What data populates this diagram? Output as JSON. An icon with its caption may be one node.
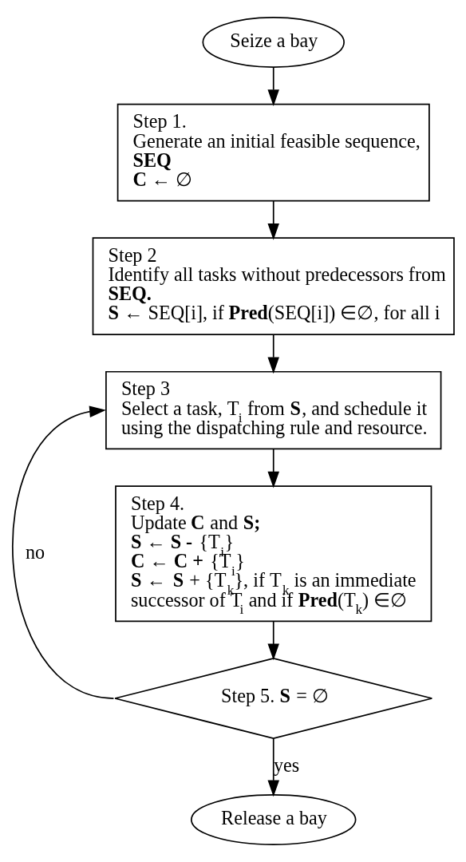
{
  "diagram": {
    "nodes": [
      {
        "text": [
          "Seize a bay"
        ]
      },
      {
        "text": [
          "Step 1.",
          "Generate an initial feasible sequence, **SEQ**",
          "**C** ← ∅"
        ]
      },
      {
        "text": [
          "Step 2",
          "Identify all tasks without predecessors from **SEQ.**",
          "**S** ← SEQ[i], if **Pred**(SEQ[i]) ∈∅, for all i"
        ]
      },
      {
        "text": [
          "Step 3",
          "Select a task, T$_{i}$ from **S**, and schedule it using the dispatching rule and resource."
        ]
      },
      {
        "text": [
          "Step 4.",
          "Update **C** and **S;**",
          "**S ← S -** {T$_{i}$}",
          "**C ← C +** {T$_{i}$}",
          "**S** ← **S** + {T$_{k}$}, if T$_{k}$ is an immediate successor of T$_{i}$ and if **Pred**(T$_{k}$) ∈∅"
        ]
      },
      {
        "text": [
          "Step 5. **S** = ∅"
        ]
      },
      {
        "text": [
          "Release a bay"
        ]
      }
    ],
    "edges": [
      {
        "from": 0,
        "to": 1,
        "arrow": "to"
      },
      {
        "from": 1,
        "to": 2,
        "arrow": "to"
      },
      {
        "from": 2,
        "to": 3,
        "arrow": "to"
      },
      {
        "from": 3,
        "to": 4,
        "arrow": "to"
      },
      {
        "from": 4,
        "to": 5,
        "arrow": "to"
      },
      {
        "from": 5,
        "to": 3,
        "arrow": "to",
        "label": "no"
      },
      {
        "from": 5,
        "to": 6,
        "arrow": "to",
        "label": "yes"
      }
    ]
  }
}
